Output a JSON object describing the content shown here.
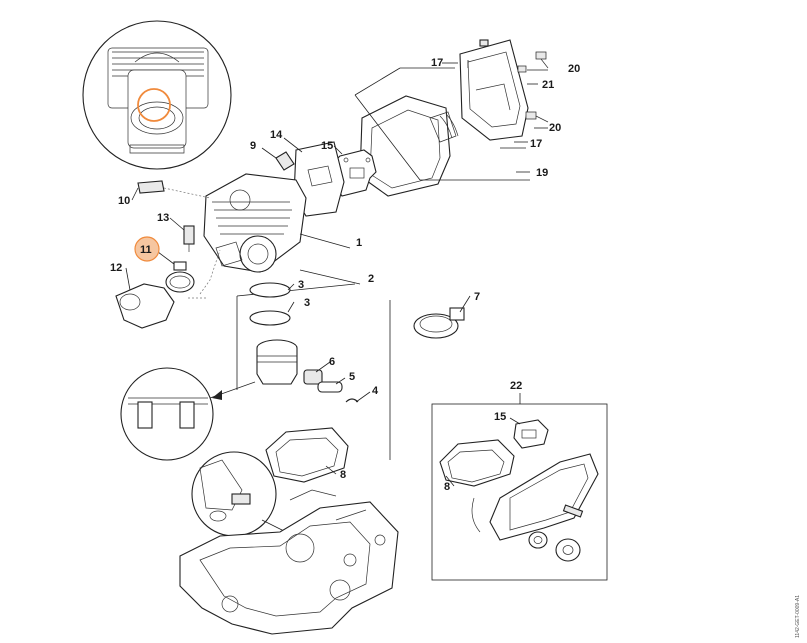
{
  "highlight_color": "#f08a3c",
  "callouts": {
    "c1": "1",
    "c2": "2",
    "c3a": "3",
    "c3b": "3",
    "c4": "4",
    "c5": "5",
    "c6": "6",
    "c7": "7",
    "c8a": "8",
    "c8b": "8",
    "c9": "9",
    "c10": "10",
    "c11": "11",
    "c12": "12",
    "c13": "13",
    "c14": "14",
    "c15a": "15",
    "c15b": "15",
    "c17a": "17",
    "c17b": "17",
    "c19": "19",
    "c20a": "20",
    "c20b": "20",
    "c21": "21",
    "c22": "22"
  },
  "doc_id": "1142-GET-0009-A1"
}
